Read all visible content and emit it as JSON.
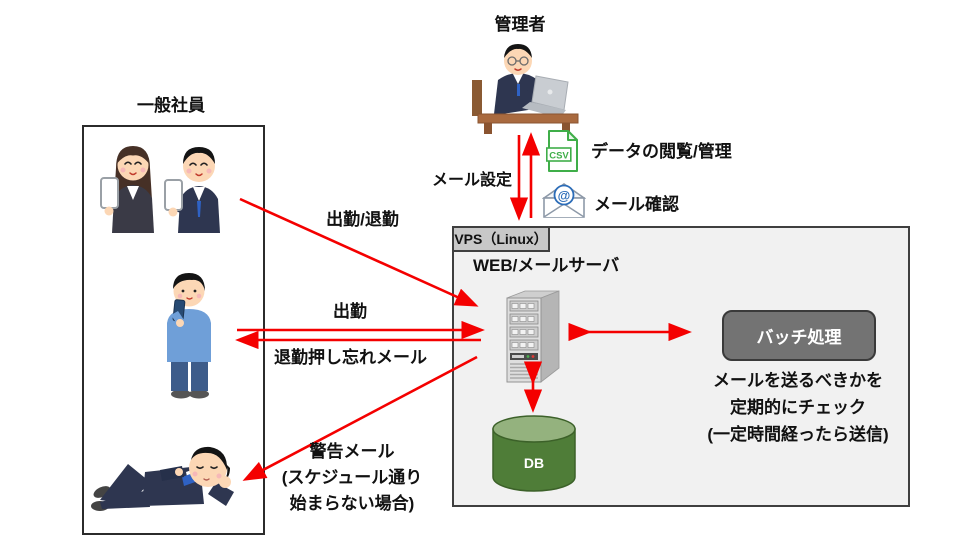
{
  "colors": {
    "arrow_red": "#f40000",
    "vps_fill": "#f1f1f1",
    "tab_fill": "#c8c8c8",
    "batch_fill": "#737373",
    "db_green": "#4f7d38",
    "db_green_top": "#94b27e",
    "csv_green": "#3fae49",
    "at_blue": "#2b6cb8"
  },
  "admin": {
    "title": "管理者",
    "mail_setting_label": "メール設定",
    "csv_icon_text": "CSV",
    "csv_flow_label": "データの閲覧/管理",
    "at_symbol": "@",
    "mail_check_label": "メール確認"
  },
  "employees": {
    "title": "一般社員"
  },
  "vps": {
    "tag_label": "VPS（Linux）",
    "server_label": "WEB/メールサーバ",
    "db_label": "DB",
    "batch_label": "バッチ処理",
    "batch_note": [
      "メールを送るべきかを",
      "定期的にチェック",
      "(一定時間経ったら送信)"
    ]
  },
  "flows": {
    "clock_in_out": "出勤/退勤",
    "clock_in": "出勤",
    "forgot_clock_out_mail": "退勤押し忘れメール",
    "warning_mail_line1": "警告メール",
    "warning_mail_line2": "(スケジュール通り",
    "warning_mail_line3": "始まらない場合)"
  }
}
